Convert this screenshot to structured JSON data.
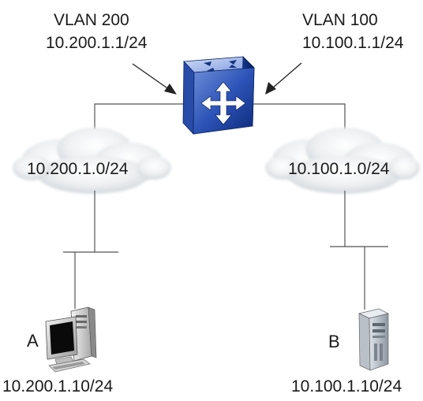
{
  "router": {
    "left_vlan_name": "VLAN 200",
    "left_vlan_ip": "10.200.1.1/24",
    "right_vlan_name": "VLAN 100",
    "right_vlan_ip": "10.100.1.1/24"
  },
  "networks": {
    "left": "10.200.1.0/24",
    "right": "10.100.1.0/24"
  },
  "hosts": {
    "a": {
      "letter": "A",
      "ip": "10.200.1.10/24",
      "device": "desktop-pc"
    },
    "b": {
      "letter": "B",
      "ip": "10.100.1.10/24",
      "device": "server-tower"
    }
  }
}
